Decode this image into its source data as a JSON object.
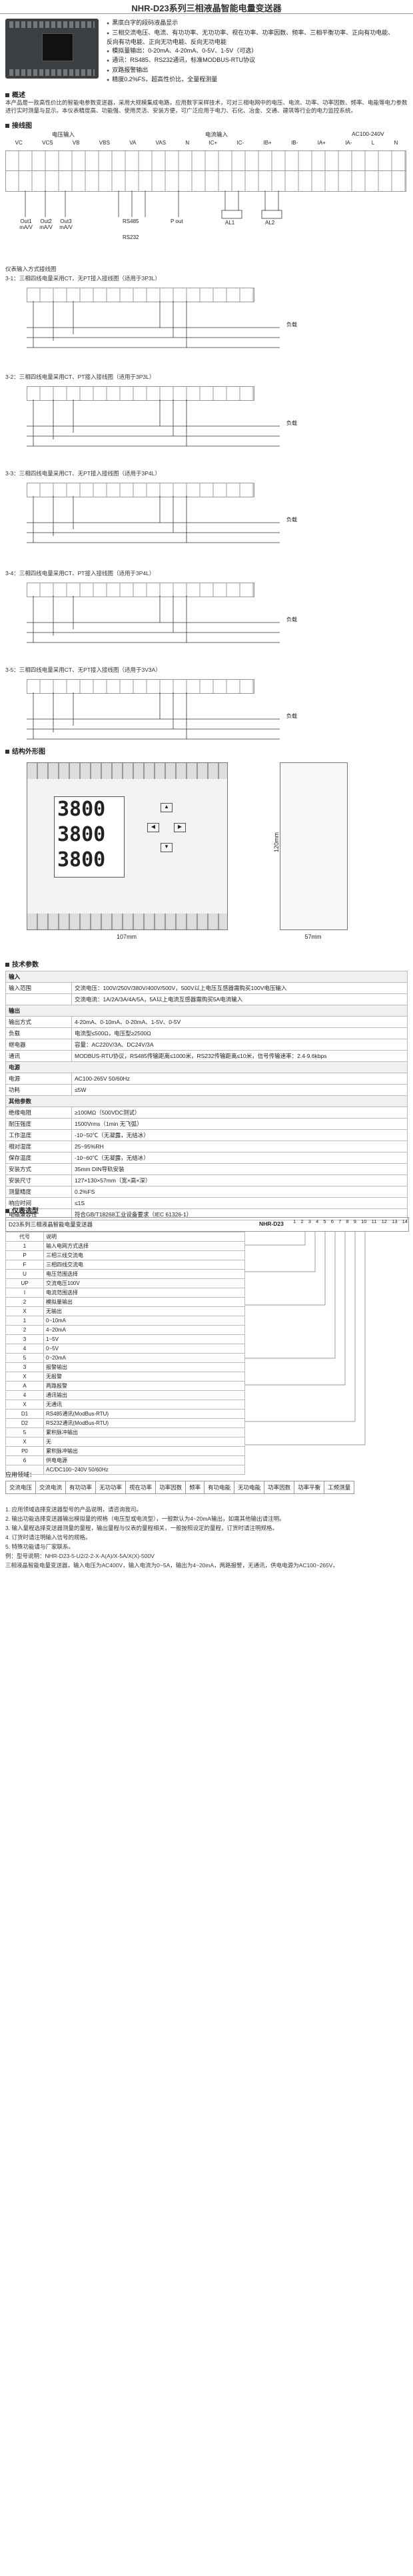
{
  "header": {
    "title": "NHR-D23系列三相液晶智能电量变送器"
  },
  "features": [
    "黑底白字的段码液晶显示",
    "三相交流电压、电流、有功功率、无功功率、视在功率、功率因数、频率、三相平衡功率、正向有功电能、反向有功电能、正向无功电能、反向无功电能",
    "模拟量输出：0-20mA、4-20mA、0-5V、1-5V（可选）",
    "通讯：RS485、RS232通讯，标准MODBUS-RTU协议",
    "双路报警输出",
    "精度0.2%FS，超高性价比，全量程测量"
  ],
  "sections": {
    "overview": "概述",
    "wiring": "接线图",
    "structure": "结构外形图",
    "tech": "技术参数",
    "select": "仪表选型"
  },
  "overview_text": "本产品是一款高性价比的智能电参数变送器，采用大规模集成电路，应用数字采样技术，可对三相电网中的电压、电流、功率、功率因数、频率、电能等电力参数进行实时测量与显示。本仪表精度高、功能强、使用灵活、安装方便，可广泛应用于电力、石化、冶金、交通、建筑等行业的电力监控系统。",
  "wiring_labels": {
    "voltage_in": "电压输入",
    "current_in": "电流输入",
    "power": "AC100-240V",
    "terminals_top": [
      "VC",
      "VCS",
      "VB",
      "VBS",
      "VA",
      "VAS",
      "N",
      "IC+",
      "IC-",
      "IB+",
      "IB-",
      "IA+",
      "IA-",
      "L",
      "N"
    ],
    "outputs": [
      "Out1 mA/V",
      "Out2 mA/V",
      "Out3 mA/V"
    ],
    "comm": "RS485",
    "comm2": "RS232",
    "pout": "P out",
    "al1": "AL1",
    "al2": "AL2",
    "note_access": "仪表输入方式接线图"
  },
  "diagrams": [
    {
      "title": "3-1：三相四线电量采用CT、无PT接入接线图（适用于3P3L）",
      "load": "负载"
    },
    {
      "title": "3-2：三相四线电量采用CT、PT接入接线图（适用于3P3L）",
      "load": "负载"
    },
    {
      "title": "3-3：三相四线电量采用CT、无PT接入接线图（适用于3P4L）",
      "load": "负载"
    },
    {
      "title": "3-4：三相四线电量采用CT、PT接入接线图（适用于3P4L）",
      "load": "负载"
    },
    {
      "title": "3-5：三相四线电量采用CT、无PT接入接线图（适用于3V3A）",
      "load": "负载"
    }
  ],
  "structure": {
    "display": [
      "3800",
      "3800",
      "3800"
    ],
    "dim_width": "107mm",
    "dim_height": "120mm",
    "dim_depth": "57mm"
  },
  "tech_rows": [
    [
      "输入",
      ""
    ],
    [
      "输入范围",
      "交流电压：100V/250V/380V/400V/500V，500V以上电压互感器需购买100V电压输入"
    ],
    [
      "",
      "交流电流：1A/2A/3A/4A/5A，5A以上电流互感器需购买5A电流输入"
    ],
    [
      "输出",
      ""
    ],
    [
      "输出方式",
      "4-20mA、0-10mA、0-20mA、1-5V、0-5V"
    ],
    [
      "负载",
      "电流型≤500Ω，电压型≥2500Ω"
    ],
    [
      "继电器",
      "容量：AC220V/3A、DC24V/3A"
    ],
    [
      "通讯",
      "MODBUS-RTU协议，RS485传输距离≤1000米，RS232传输距离≤10米，信号传输速率：2.4-9.6kbps"
    ],
    [
      "电源",
      ""
    ],
    [
      "电源",
      "AC100-265V 50/60Hz"
    ],
    [
      "功耗",
      "≤5W"
    ],
    [
      "其他参数",
      ""
    ],
    [
      "绝缘电阻",
      "≥100MΩ（500VDC测试）"
    ],
    [
      "耐压强度",
      "1500Vrms（1min 无飞弧）"
    ],
    [
      "工作温度",
      "-10~50℃（无凝露，无结冰）"
    ],
    [
      "相对湿度",
      "25~95%RH"
    ],
    [
      "保存温度",
      "-10~60℃（无凝露，无结冰）"
    ],
    [
      "安装方式",
      "35mm DIN导轨安装"
    ],
    [
      "安装尺寸",
      "127×130×57mm（宽×高×深）"
    ],
    [
      "测量精度",
      "0.2%FS"
    ],
    [
      "响应时间",
      "≤1S"
    ],
    [
      "电磁兼容性",
      "符合GB/T18268工业设备要求（IEC 61326-1）"
    ]
  ],
  "selection": {
    "header_left": "D23系列三相液晶智能电量变送器",
    "header_right": "NHR-D23",
    "col_numbers": [
      "1",
      "2",
      "3",
      "4",
      "5",
      "6",
      "7",
      "8",
      "9",
      "10",
      "11",
      "12",
      "13",
      "14"
    ],
    "rows": [
      [
        "代号",
        "说明"
      ],
      [
        "1",
        "输入电网方式选择"
      ],
      [
        "P",
        "三相三线交流电"
      ],
      [
        "F",
        "三相四线交流电"
      ],
      [
        "U",
        "电压范围选择"
      ],
      [
        "UP",
        "交流电压100V"
      ],
      [
        "I",
        "电流范围选择"
      ],
      [
        "2",
        "模拟量输出"
      ],
      [
        "X",
        "无输出"
      ],
      [
        "1",
        "0~10mA"
      ],
      [
        "2",
        "4~20mA"
      ],
      [
        "3",
        "1~5V"
      ],
      [
        "4",
        "0~5V"
      ],
      [
        "5",
        "0~20mA"
      ],
      [
        "3",
        "报警输出"
      ],
      [
        "X",
        "无报警"
      ],
      [
        "A",
        "两路报警"
      ],
      [
        "4",
        "通讯输出"
      ],
      [
        "X",
        "无通讯"
      ],
      [
        "D1",
        "RS485通讯(ModBus-RTU)"
      ],
      [
        "D2",
        "RS232通讯(ModBus-RTU)"
      ],
      [
        "5",
        "累积脉冲输出"
      ],
      [
        "X",
        "无"
      ],
      [
        "P0",
        "累积脉冲输出"
      ],
      [
        "6",
        "供电电源"
      ],
      [
        "",
        "AC/DC100~240V 50/60Hz"
      ]
    ]
  },
  "apps_title": "应用领域：",
  "apps": [
    "交流电压",
    "交流电流",
    "有功功率",
    "无功功率",
    "视在功率",
    "功率因数",
    "频率",
    "有功电能",
    "无功电能",
    "功率因数",
    "功率平衡",
    "工频测量"
  ],
  "footnotes": [
    "1. 应用领域选择变送器型号的产品说明，请咨询我司。",
    "2. 输出功能选择变送器输出模拟量的规格（电压型或电流型），一般默认为4~20mA输出，如需其他输出请注明。",
    "3. 输入量程选择变送器测量的量程，输出量程与仪表的量程相关，一般按照设定的量程，订货时请注明规格。",
    "4. 订货时请注明输入信号的规格。",
    "5. 特殊功能请与厂家联系。",
    "例：型号说明：NHR-D23-5-U2/2-2-X-A(A)/X-5A/X(X)-500V",
    "三相液晶智能电量变送器，输入电压为AC400V，输入电流为0~5A，输出为4~20mA，两路报警，无通讯，供电电源为AC100~265V。"
  ]
}
